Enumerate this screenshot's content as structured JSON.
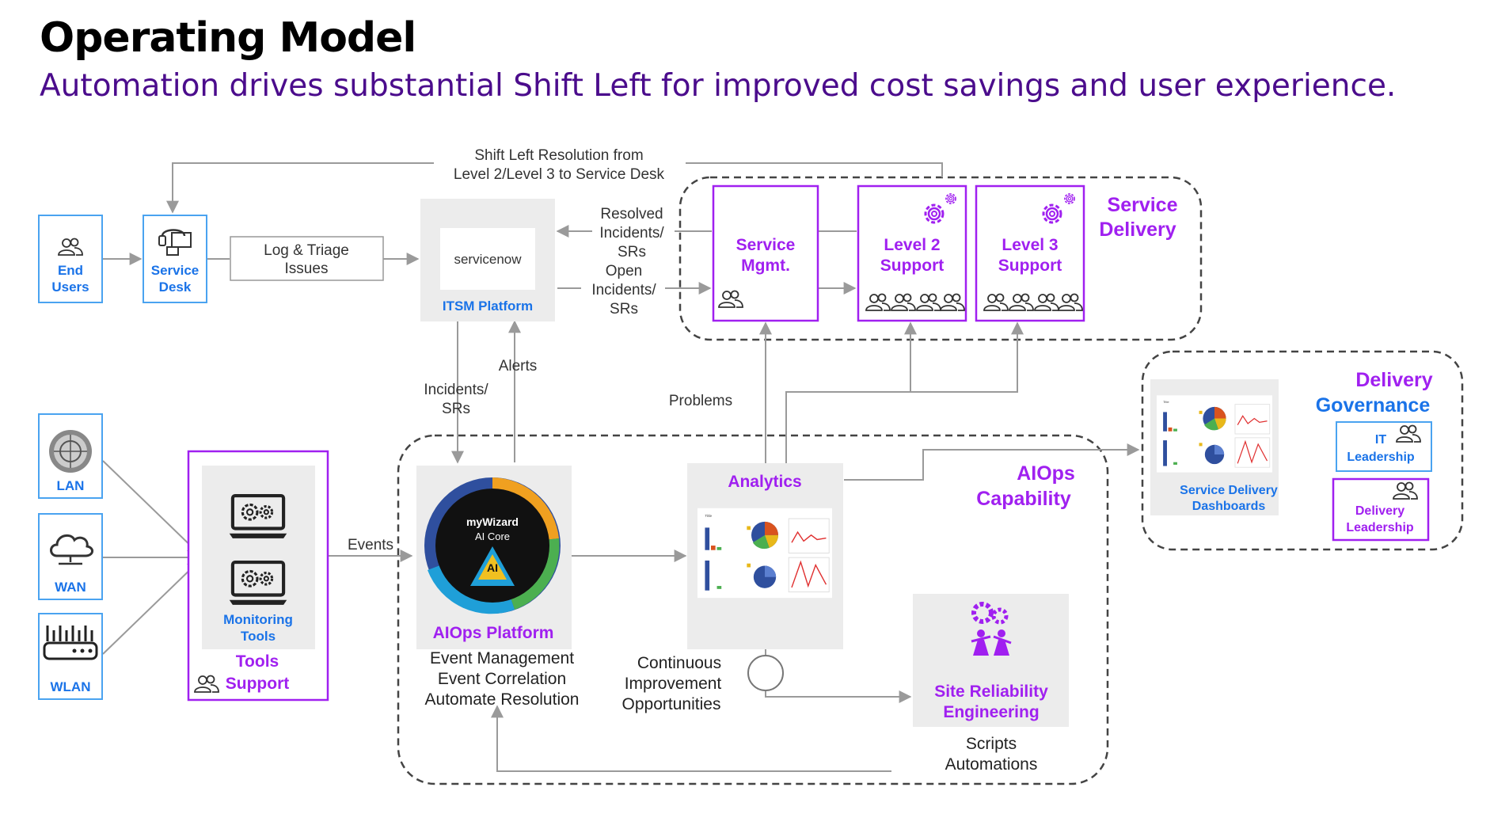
{
  "title": "Operating Model",
  "subtitle": "Automation drives substantial Shift Left for improved cost savings and user experience.",
  "colors": {
    "blue": "#1a73e8",
    "purple": "#a020f0",
    "grey_box": "#ececec",
    "arrow": "#9a9a9a",
    "dash": "#444444"
  },
  "top_note": [
    "Shift Left Resolution from",
    "Level 2/Level 3 to Service Desk"
  ],
  "end_users": [
    "End",
    "Users"
  ],
  "service_desk": [
    "Service",
    "Desk"
  ],
  "log_triage": [
    "Log & Triage",
    "Issues"
  ],
  "servicenow_logo_text": "servicenow",
  "itsm_platform": "ITSM Platform",
  "resolved_incidents": [
    "Resolved",
    "Incidents/",
    "SRs"
  ],
  "open_incidents": [
    "Open",
    "Incidents/",
    "SRs"
  ],
  "service_delivery_title": [
    "Service",
    "Delivery"
  ],
  "service_mgmt": [
    "Service",
    "Mgmt."
  ],
  "level2_support": [
    "Level 2",
    "Support"
  ],
  "level3_support": [
    "Level 3",
    "Support"
  ],
  "incidents_srs": [
    "Incidents/",
    "SRs"
  ],
  "alerts": "Alerts",
  "problems": "Problems",
  "delivery_governance_title": [
    "Delivery",
    "Governance"
  ],
  "it_leadership": [
    "IT",
    "Leadership"
  ],
  "delivery_leadership": [
    "Delivery",
    "Leadership"
  ],
  "service_delivery_dashboards": [
    "Service Delivery",
    "Dashboards"
  ],
  "lan": "LAN",
  "wan": "WAN",
  "wlan": "WLAN",
  "monitoring_tools": [
    "Monitoring",
    "Tools"
  ],
  "tools_support": [
    "Tools",
    "Support"
  ],
  "events": "Events",
  "aiops_capability": [
    "AIOps",
    "Capability"
  ],
  "aiops_platform": "AIOps Platform",
  "aiops_platform_functions": [
    "Event Management",
    "Event Correlation",
    "Automate Resolution"
  ],
  "mywizard_logo": [
    "myWizard",
    "AI Core",
    "AI"
  ],
  "analytics": "Analytics",
  "continuous_improvement": [
    "Continuous",
    "Improvement",
    "Opportunities"
  ],
  "sre": [
    "Site Reliability",
    "Engineering"
  ],
  "scripts_automations": [
    "Scripts",
    "Automations"
  ],
  "icons": [
    "users-icon",
    "service-desk-icon",
    "gear-icon",
    "globe-icon",
    "cloud-icon",
    "router-icon",
    "monitor-gear-icon",
    "dashboard-thumbnail",
    "sre-people-gears-icon"
  ]
}
